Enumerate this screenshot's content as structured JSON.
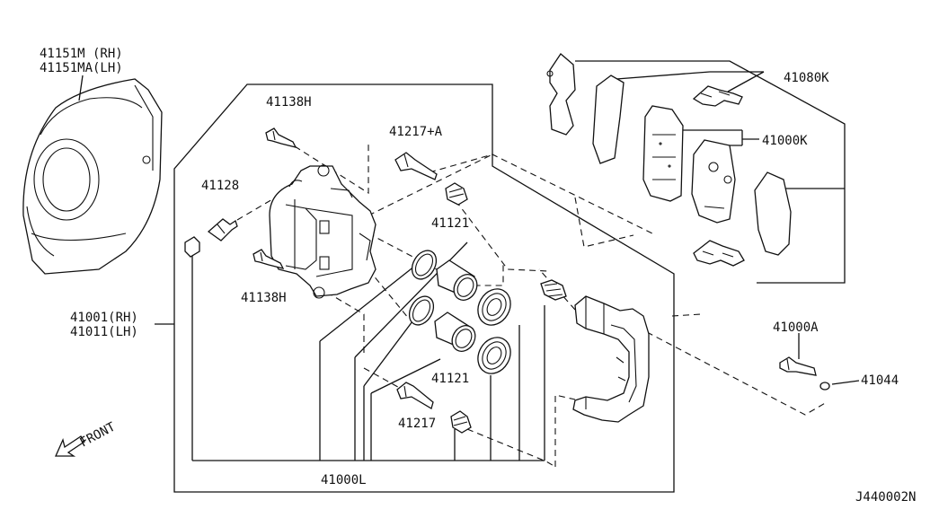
{
  "labels": {
    "dust_shield_rh": "41151M (RH)",
    "dust_shield_lh": "41151MA(LH)",
    "bolt_upper": "41138H",
    "bleeder_upper": "41217+A",
    "bleeder_screw": "41128",
    "bolt_lower": "41138H",
    "piston_upper": "41121",
    "piston_lower": "41121",
    "caliper_rh": "41001(RH)",
    "caliper_lh": "41011(LH)",
    "bleeder_lower": "41217",
    "seal_kit": "41000L",
    "hardware_kit": "41080K",
    "pad_kit": "41000K",
    "mount_bolt": "41000A",
    "washer": "41044",
    "front": "FRONT",
    "diagram_code": "J440002N"
  }
}
